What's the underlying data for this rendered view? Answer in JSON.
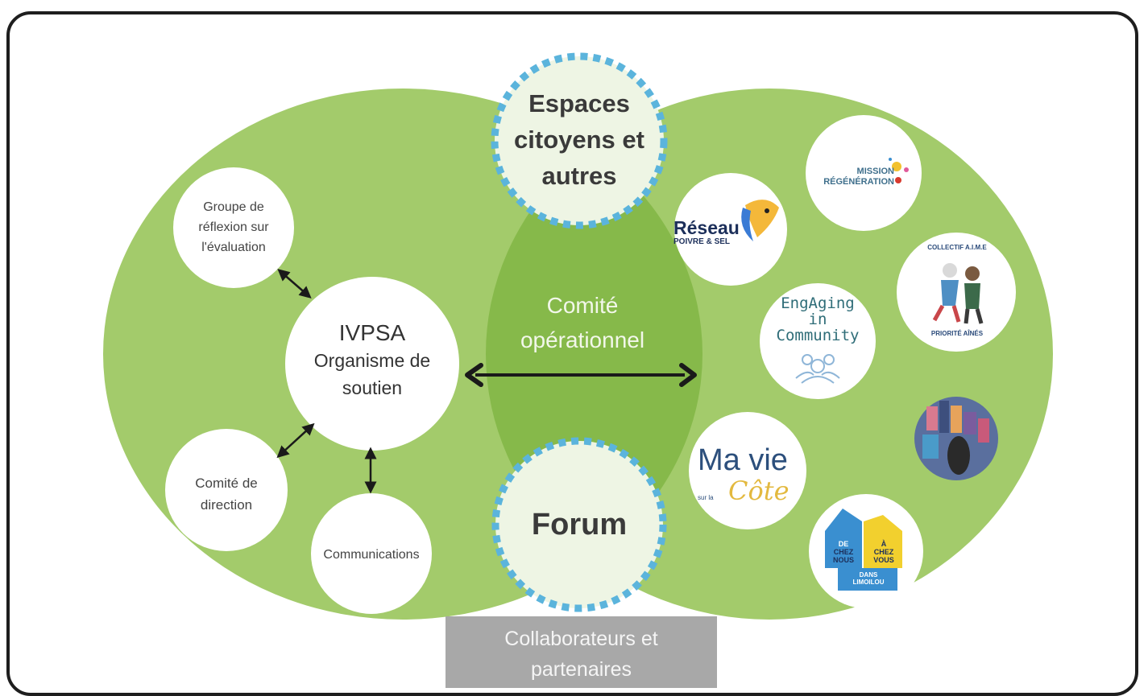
{
  "center_top": {
    "line1": "Espaces",
    "line2": "citoyens et",
    "line3": "autres"
  },
  "comite": {
    "line1": "Comité",
    "line2": "opérationnel"
  },
  "forum": {
    "label": "Forum"
  },
  "collaborateurs": {
    "line1": "Collaborateurs et",
    "line2": "partenaires"
  },
  "ivpsa": {
    "title": "IVPSA",
    "line1": "Organisme de",
    "line2": "soutien"
  },
  "groupe": {
    "line1": "Groupe de",
    "line2": "réflexion sur",
    "line3": "l'évaluation"
  },
  "direction": {
    "line1": "Comité de",
    "line2": "direction"
  },
  "communications": {
    "label": "Communications"
  },
  "partners": {
    "mission": {
      "line1": "MISSION",
      "line2": "RÉGÉNÉRATION"
    },
    "reseau": {
      "line1": "Réseau",
      "line2": "POIVRE & SEL"
    },
    "aime": {
      "top": "COLLECTIF A.I.M.E",
      "bottom": "PRIORITÉ AÎNÉS"
    },
    "engaging": {
      "line1": "EngAging",
      "line2": "in",
      "line3": "Community"
    },
    "mavie": {
      "line1": "Ma vie",
      "small": "sur la",
      "script": "Côte"
    },
    "chez": {
      "left1": "DE",
      "left2": "CHEZ",
      "left3": "NOUS",
      "right1": "À",
      "right2": "CHEZ",
      "right3": "VOUS",
      "bottom1": "DANS",
      "bottom2": "LIMOILOU"
    }
  },
  "colors": {
    "light_green": "#a3cb6b",
    "dark_green": "#86b94a",
    "dash_blue": "#5bb4dc",
    "circle_fill": "#eef5e4",
    "gray_box": "#a8a8a8"
  }
}
